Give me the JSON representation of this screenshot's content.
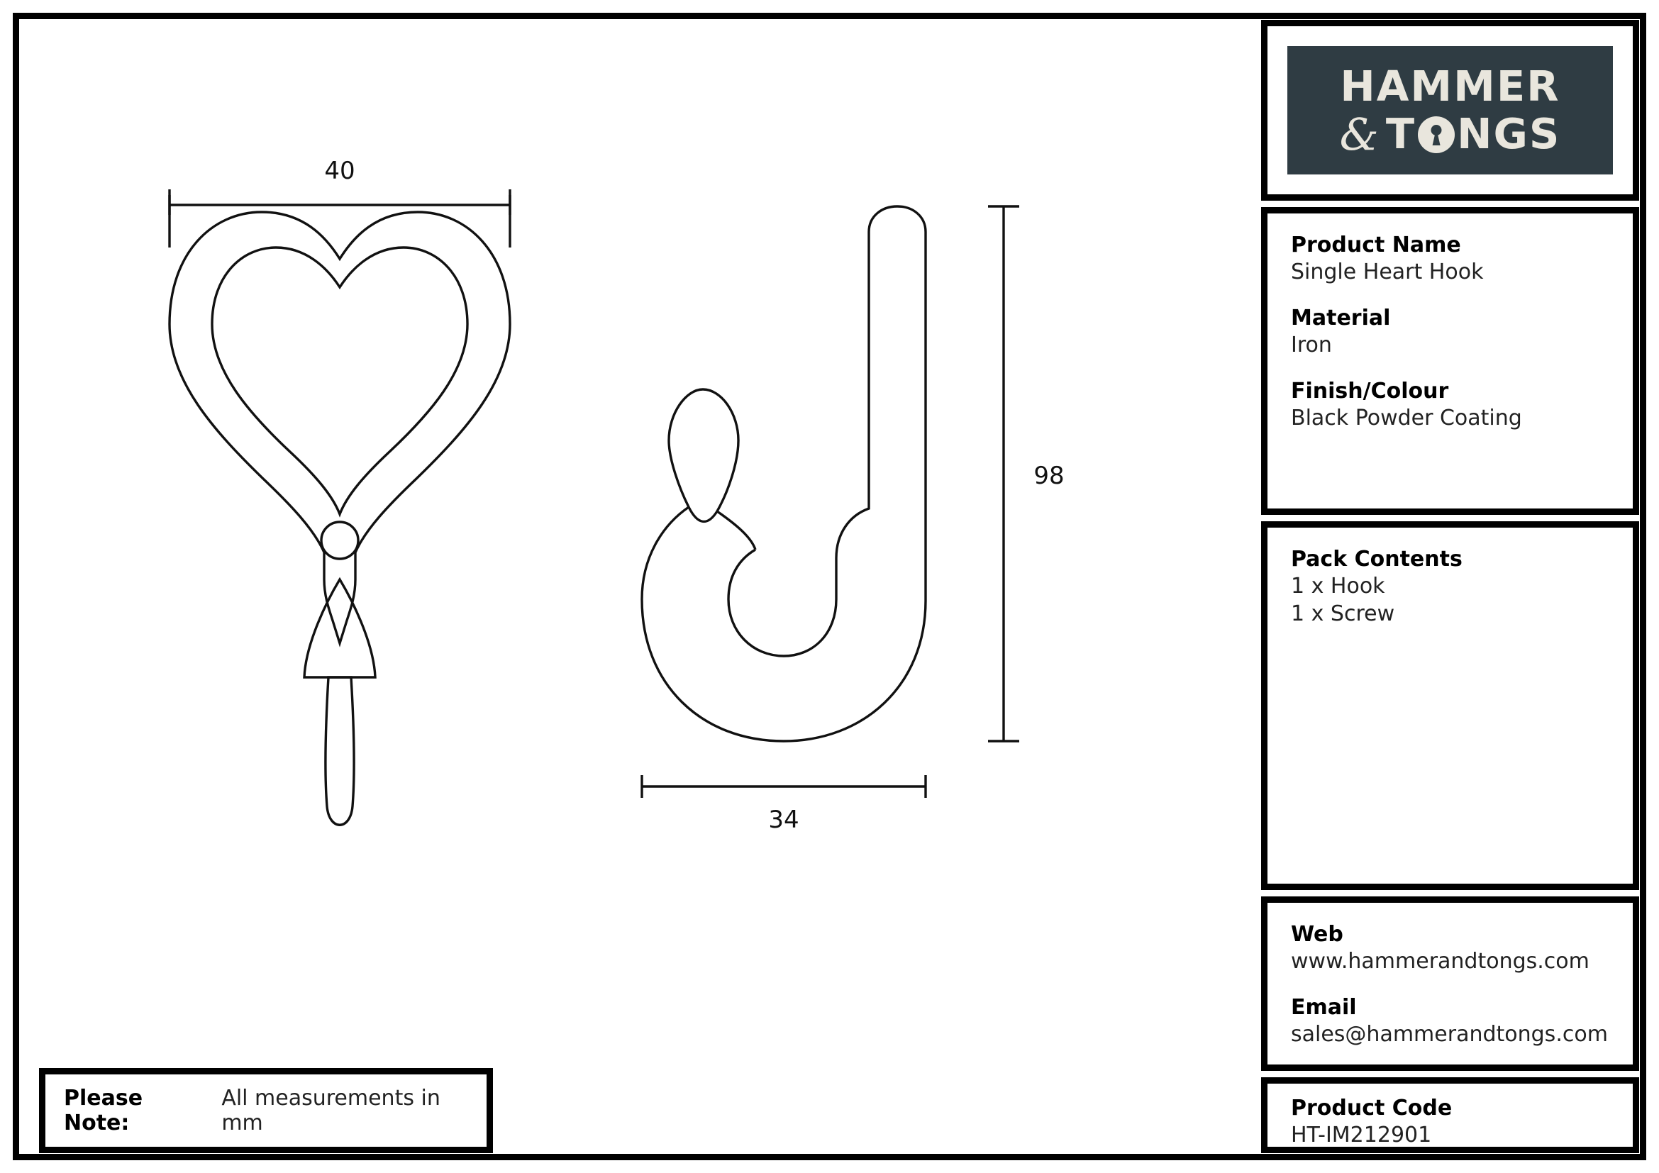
{
  "logo": {
    "line1": "HAMMER",
    "amp": "&",
    "line2_pre": "T",
    "line2_post": "NGS",
    "full_text": "HAMMER & TONGS"
  },
  "product": {
    "name_label": "Product Name",
    "name_value": "Single Heart Hook",
    "material_label": "Material",
    "material_value": "Iron",
    "finish_label": "Finish/Colour",
    "finish_value": "Black Powder Coating"
  },
  "pack": {
    "label": "Pack Contents",
    "items": [
      "1 x Hook",
      "1 x Screw"
    ]
  },
  "contact": {
    "web_label": "Web",
    "web_value": "www.hammerandtongs.com",
    "email_label": "Email",
    "email_value": "sales@hammerandtongs.com"
  },
  "code": {
    "label": "Product Code",
    "value": "HT-IM212901"
  },
  "note": {
    "strong": "Please Note:",
    "text": "All measurements in mm"
  },
  "dimensions": {
    "front_width": "40",
    "side_height": "98",
    "side_depth": "34"
  }
}
